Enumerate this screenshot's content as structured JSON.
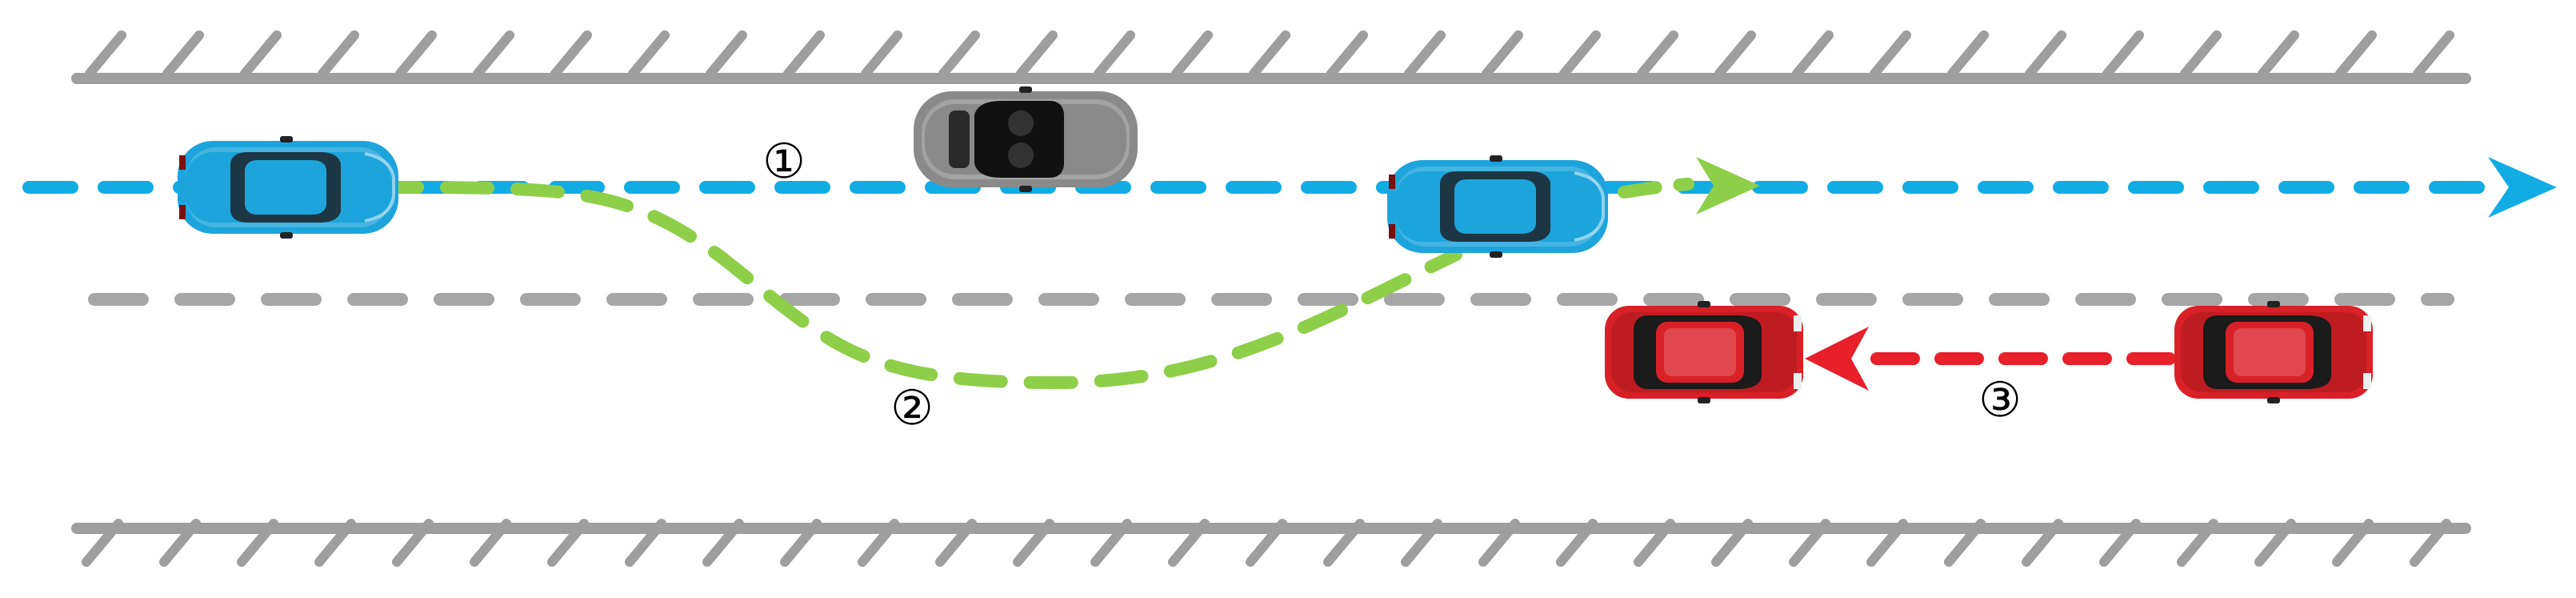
{
  "labels": {
    "path1": "①",
    "path2": "②",
    "path3": "③"
  },
  "colors": {
    "background": "#ffffff",
    "road_edge": "#9e9e9e",
    "lane_divider": "#a6a6a6",
    "path1_blue": "#12ace4",
    "path2_green": "#8dcf48",
    "path3_red": "#e8202a",
    "car_blue": "#1da4dc",
    "car_gray": "#8a8a8a",
    "car_red": "#d92026"
  },
  "vehicles": [
    {
      "name": "blue-car-start",
      "color": "car_blue",
      "heading": "right"
    },
    {
      "name": "gray-car",
      "color": "car_gray",
      "heading": "right"
    },
    {
      "name": "blue-car-end",
      "color": "car_blue",
      "heading": "right"
    },
    {
      "name": "red-car-left",
      "color": "car_red",
      "heading": "left"
    },
    {
      "name": "red-car-right",
      "color": "car_red",
      "heading": "left"
    }
  ]
}
